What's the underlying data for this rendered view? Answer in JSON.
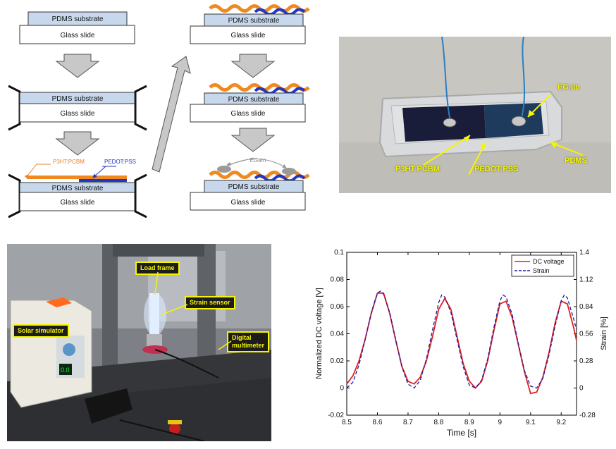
{
  "fabrication": {
    "pdms_substrate": "PDMS substrate",
    "glass_slide": "Glass slide",
    "p3ht_pcbm": "P3HT:PCBM",
    "pedot_pss": "PEDOT:PSS",
    "egain": "EGaIn"
  },
  "device_photo": {
    "egain": "EGaIn",
    "p3ht_pcbm": "P3HT:PCBM",
    "pedot_pss": "PEDOT:PSS",
    "pdms": "PDMS"
  },
  "setup_photo": {
    "load_frame": "Load frame",
    "strain_sensor": "Strain sensor",
    "solar_simulator": "Solar simulator",
    "digital_multimeter_line1": "Digital",
    "digital_multimeter_line2": "multimeter",
    "display_reading": "0.0"
  },
  "chart_data": {
    "type": "line",
    "xlabel": "Time [s]",
    "ylabel": "Normalized DC voltage [V]",
    "y2label": "Strain [%]",
    "xlim": [
      8.5,
      9.25
    ],
    "ylim": [
      -0.02,
      0.1
    ],
    "y2lim": [
      -0.28,
      1.4
    ],
    "x_ticks": [
      "8.5",
      "8.6",
      "8.7",
      "8.8",
      "8.9",
      "9",
      "9.1",
      "9.2"
    ],
    "y_ticks": [
      "-0.02",
      "0",
      "0.02",
      "0.04",
      "0.06",
      "0.08",
      "0.1"
    ],
    "y2_ticks": [
      "-0.28",
      "0",
      "0.28",
      "0.56",
      "0.84",
      "1.12",
      "1.4"
    ],
    "legend_position": "top-right",
    "series": [
      {
        "name": "DC voltage",
        "color": "#e02020",
        "style": "solid",
        "axis": "left",
        "x": [
          8.5,
          8.52,
          8.54,
          8.56,
          8.58,
          8.6,
          8.62,
          8.64,
          8.66,
          8.68,
          8.7,
          8.72,
          8.74,
          8.76,
          8.78,
          8.8,
          8.82,
          8.84,
          8.86,
          8.88,
          8.9,
          8.92,
          8.94,
          8.96,
          8.98,
          9.0,
          9.02,
          9.04,
          9.06,
          9.08,
          9.1,
          9.12,
          9.14,
          9.16,
          9.18,
          9.2,
          9.22,
          9.24,
          9.25
        ],
        "y": [
          0.003,
          0.009,
          0.02,
          0.036,
          0.055,
          0.07,
          0.07,
          0.055,
          0.035,
          0.016,
          0.005,
          0.003,
          0.008,
          0.02,
          0.038,
          0.058,
          0.066,
          0.058,
          0.038,
          0.018,
          0.005,
          0.0,
          0.005,
          0.02,
          0.042,
          0.062,
          0.064,
          0.052,
          0.032,
          0.012,
          -0.004,
          -0.003,
          0.008,
          0.026,
          0.048,
          0.064,
          0.062,
          0.045,
          0.035
        ]
      },
      {
        "name": "Strain",
        "color": "#1a1aa8",
        "style": "dashed",
        "axis": "right",
        "x": [
          8.5,
          8.52,
          8.54,
          8.56,
          8.58,
          8.6,
          8.61,
          8.62,
          8.64,
          8.66,
          8.68,
          8.7,
          8.72,
          8.74,
          8.76,
          8.78,
          8.8,
          8.81,
          8.82,
          8.84,
          8.86,
          8.88,
          8.9,
          8.92,
          8.94,
          8.96,
          8.98,
          9.0,
          9.01,
          9.02,
          9.04,
          9.06,
          9.08,
          9.1,
          9.12,
          9.14,
          9.16,
          9.18,
          9.2,
          9.21,
          9.22,
          9.24,
          9.25
        ],
        "y": [
          0.0,
          0.06,
          0.24,
          0.5,
          0.78,
          0.98,
          1.0,
          0.97,
          0.78,
          0.5,
          0.22,
          0.04,
          0.0,
          0.08,
          0.3,
          0.6,
          0.88,
          0.96,
          0.94,
          0.78,
          0.5,
          0.22,
          0.03,
          0.0,
          0.08,
          0.3,
          0.62,
          0.9,
          0.96,
          0.94,
          0.76,
          0.46,
          0.18,
          0.02,
          0.0,
          0.1,
          0.34,
          0.64,
          0.9,
          0.96,
          0.93,
          0.72,
          0.6
        ]
      }
    ]
  }
}
